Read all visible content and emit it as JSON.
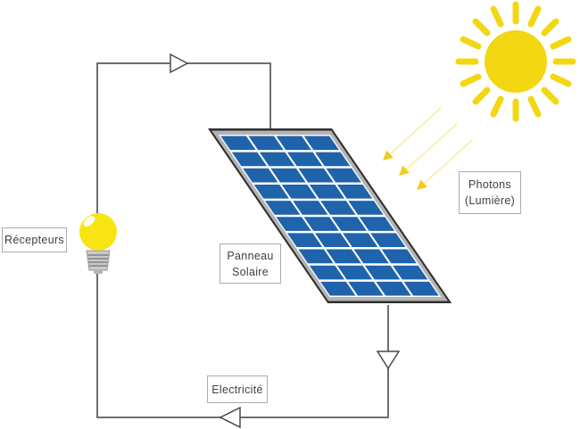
{
  "labels": {
    "receivers": "Récepteurs",
    "panel_line1": "Panneau",
    "panel_line2": "Solaire",
    "electricity": "Electricité",
    "photons_line1": "Photons",
    "photons_line2": "(Lumière)"
  },
  "panel": {
    "rows": 10,
    "columns": 4
  },
  "colors": {
    "sun": "#F2D712",
    "bulb": "#F7E412",
    "photon_line": "#F6F0A3",
    "photon_head": "#F2CB1D",
    "panel_cell": "#1F63AB",
    "panel_frame": "#B3B3B3",
    "panel_border": "#2F2F2F",
    "wire": "#6E6E6E",
    "label_border": "#ABABAB",
    "label_text": "#3F3F3F"
  }
}
